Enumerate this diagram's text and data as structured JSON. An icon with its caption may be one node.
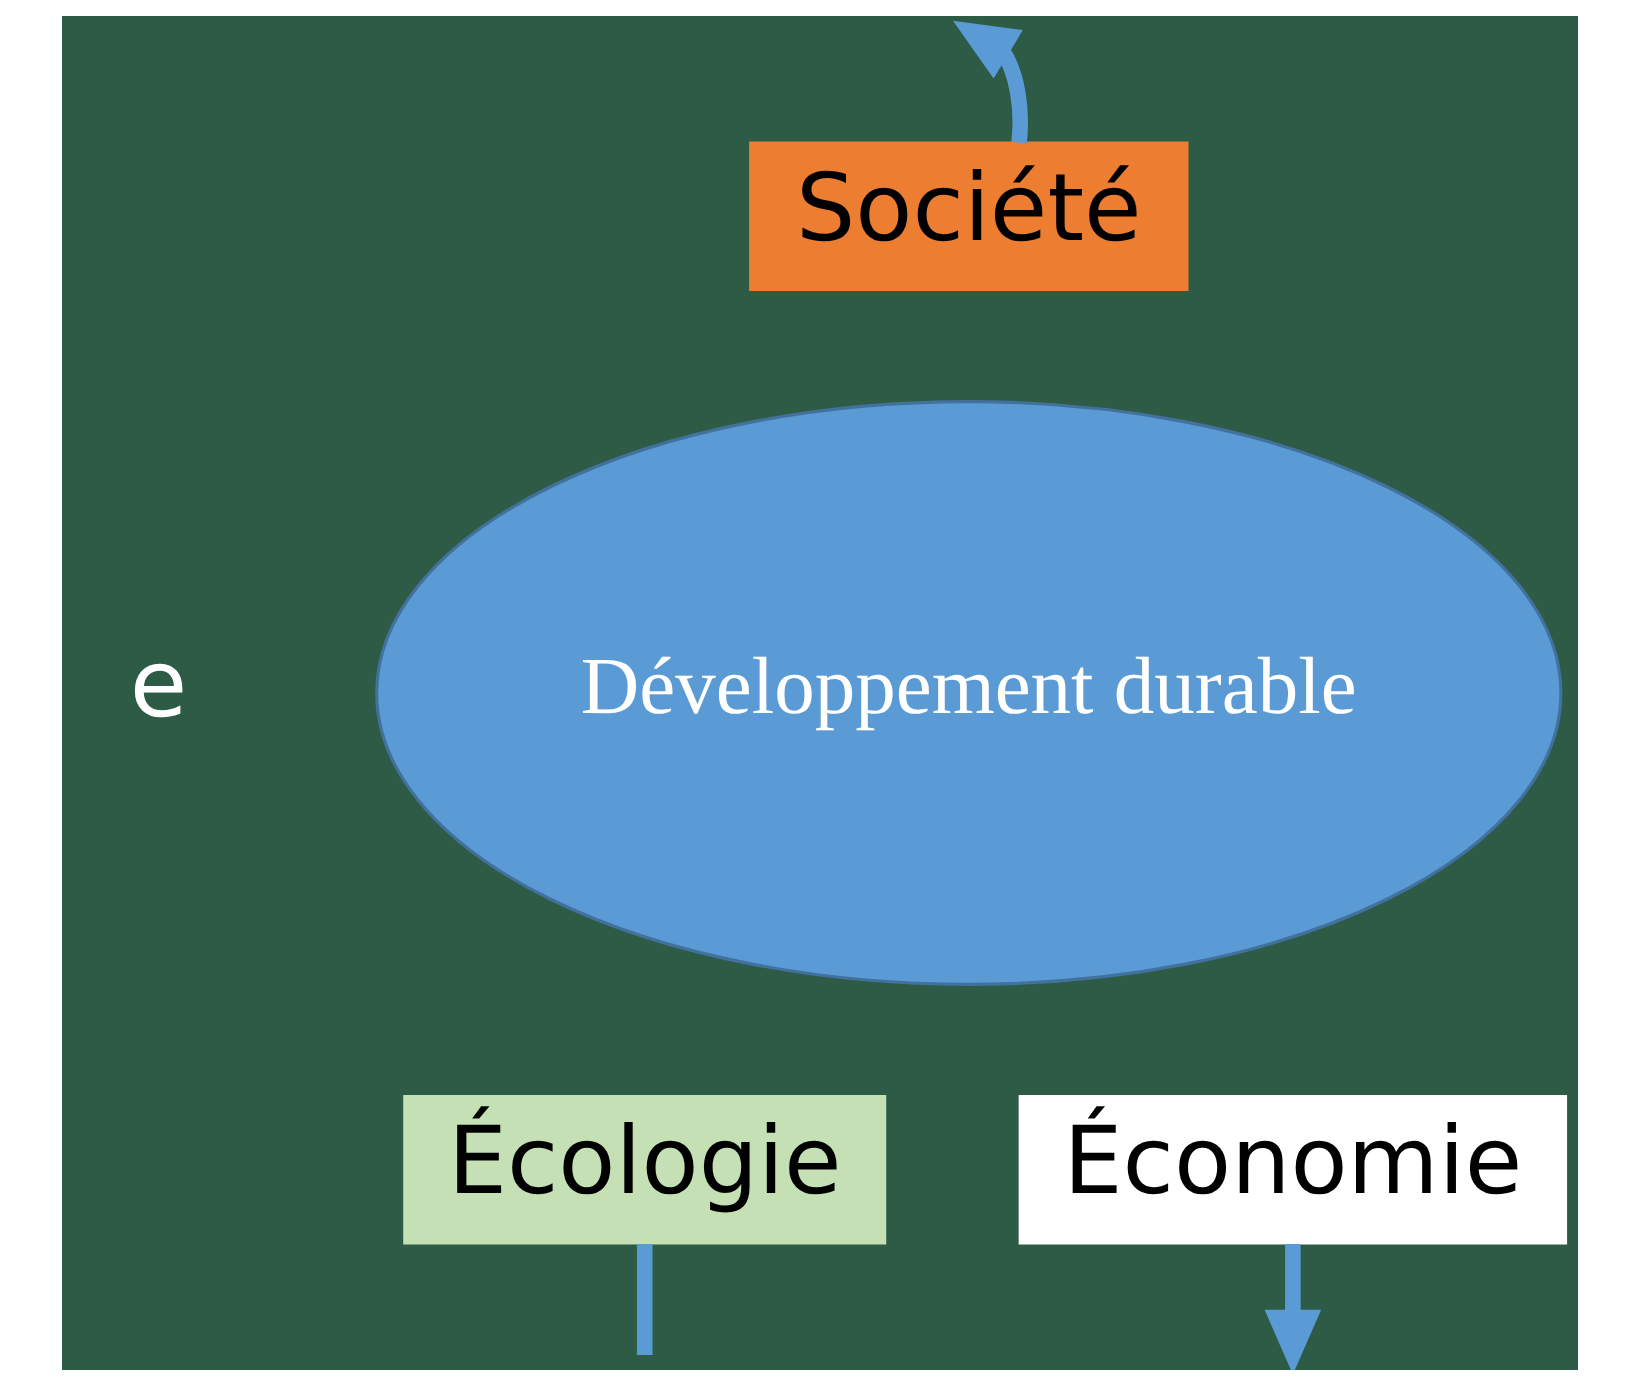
{
  "diagram": {
    "nodes": [
      {
        "text": [
          "Développement durable"
        ]
      },
      {
        "text": [
          "Société"
        ]
      },
      {
        "text": [
          "Écologie"
        ]
      },
      {
        "text": [
          "Économie"
        ]
      }
    ],
    "edges": [
      {
        "from": 1,
        "to": null,
        "arrow": "to"
      },
      {
        "from": 2,
        "to": null,
        "arrow": "none"
      },
      {
        "from": 3,
        "to": null,
        "arrow": "to"
      }
    ],
    "labels": [
      "e"
    ]
  }
}
